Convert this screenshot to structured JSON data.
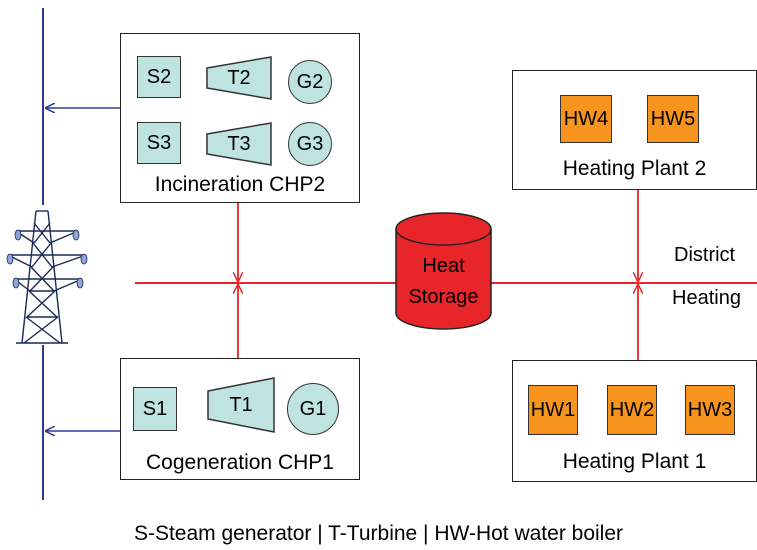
{
  "colors": {
    "grid_line": "#2b3a99",
    "heat_line": "#e8262a",
    "storage_fill": "#e8262a",
    "unit_fill": "#bfe3e0",
    "boiler_fill": "#f7941d"
  },
  "plants": {
    "chp2": {
      "label": "Incineration CHP2",
      "units": {
        "s2": "S2",
        "t2": "T2",
        "g2": "G2",
        "s3": "S3",
        "t3": "T3",
        "g3": "G3"
      }
    },
    "chp1": {
      "label": "Cogeneration CHP1",
      "units": {
        "s1": "S1",
        "t1": "T1",
        "g1": "G1"
      }
    },
    "heating_plant_2": {
      "label": "Heating Plant 2",
      "units": {
        "hw4": "HW4",
        "hw5": "HW5"
      }
    },
    "heating_plant_1": {
      "label": "Heating Plant 1",
      "units": {
        "hw1": "HW1",
        "hw2": "HW2",
        "hw3": "HW3"
      }
    }
  },
  "storage": {
    "line1": "Heat",
    "line2": "Storage"
  },
  "district": {
    "line1": "District",
    "line2": "Heating"
  },
  "icons": {
    "pylon": "transmission-tower-icon"
  },
  "legend": "S-Steam generator | T-Turbine | HW-Hot water boiler"
}
